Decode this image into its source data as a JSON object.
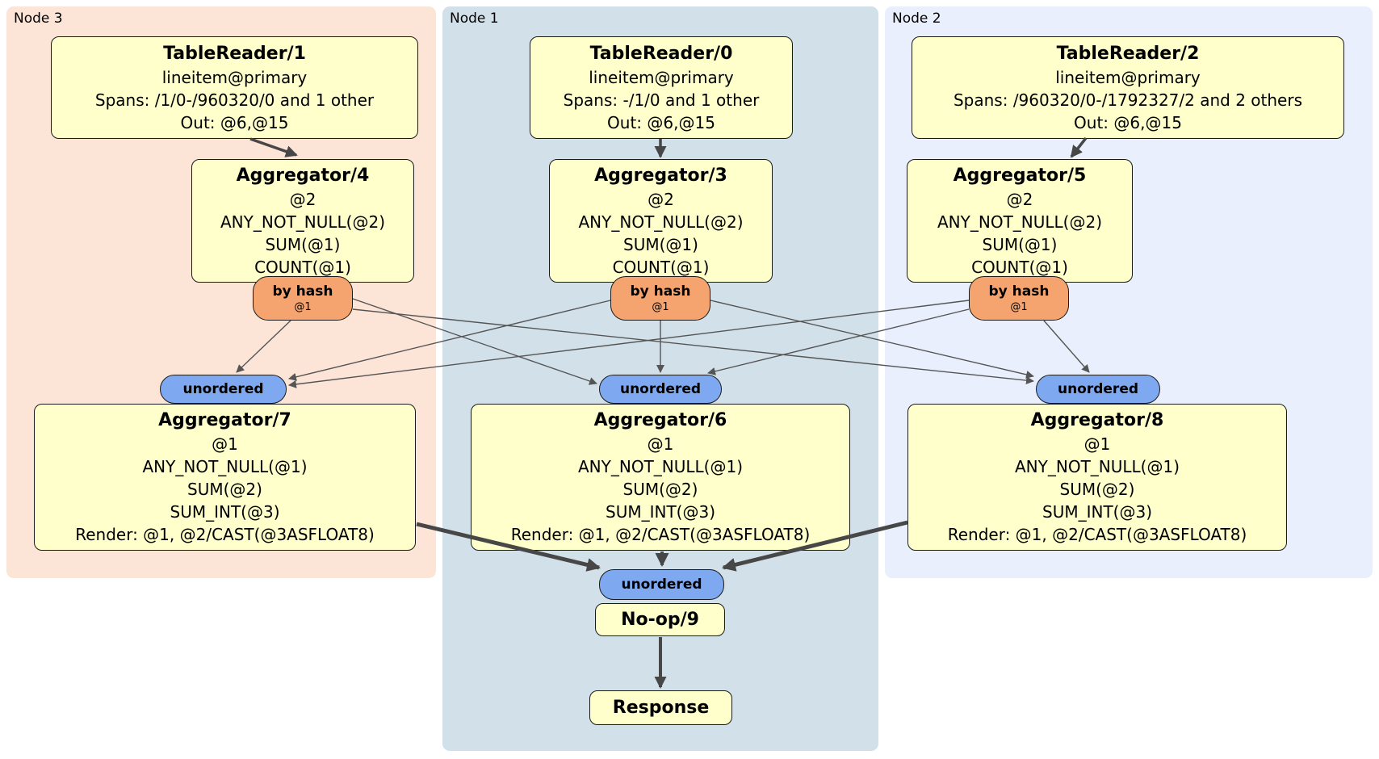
{
  "colors": {
    "node3_bg": "#fce4d6",
    "node1_bg": "#d2e0ea",
    "node2_bg": "#e9effc",
    "processor_fill": "#ffffcc",
    "processor_border": "#1a1a1a",
    "router_fill": "#f5a470",
    "sync_fill": "#7ea9f0",
    "edge_thin": "#555555",
    "edge_thick": "#474747"
  },
  "regions": {
    "node3": {
      "label": "Node 3"
    },
    "node1": {
      "label": "Node 1"
    },
    "node2": {
      "label": "Node 2"
    }
  },
  "router": {
    "label": "by hash",
    "detail": "@1"
  },
  "sync": {
    "label": "unordered"
  },
  "processors": {
    "tr1": {
      "title": "TableReader/1",
      "lines": [
        "lineitem@primary",
        "Spans: /1/0-/960320/0 and 1 other",
        "Out: @6,@15"
      ]
    },
    "tr0": {
      "title": "TableReader/0",
      "lines": [
        "lineitem@primary",
        "Spans: -/1/0 and 1 other",
        "Out: @6,@15"
      ]
    },
    "tr2": {
      "title": "TableReader/2",
      "lines": [
        "lineitem@primary",
        "Spans: /960320/0-/1792327/2 and 2 others",
        "Out: @6,@15"
      ]
    },
    "agg4": {
      "title": "Aggregator/4",
      "lines": [
        "@2",
        "ANY_NOT_NULL(@2)",
        "SUM(@1)",
        "COUNT(@1)"
      ]
    },
    "agg3": {
      "title": "Aggregator/3",
      "lines": [
        "@2",
        "ANY_NOT_NULL(@2)",
        "SUM(@1)",
        "COUNT(@1)"
      ]
    },
    "agg5": {
      "title": "Aggregator/5",
      "lines": [
        "@2",
        "ANY_NOT_NULL(@2)",
        "SUM(@1)",
        "COUNT(@1)"
      ]
    },
    "agg7": {
      "title": "Aggregator/7",
      "lines": [
        "@1",
        "ANY_NOT_NULL(@1)",
        "SUM(@2)",
        "SUM_INT(@3)",
        "Render: @1, @2/CAST(@3ASFLOAT8)"
      ]
    },
    "agg6": {
      "title": "Aggregator/6",
      "lines": [
        "@1",
        "ANY_NOT_NULL(@1)",
        "SUM(@2)",
        "SUM_INT(@3)",
        "Render: @1, @2/CAST(@3ASFLOAT8)"
      ]
    },
    "agg8": {
      "title": "Aggregator/8",
      "lines": [
        "@1",
        "ANY_NOT_NULL(@1)",
        "SUM(@2)",
        "SUM_INT(@3)",
        "Render: @1, @2/CAST(@3ASFLOAT8)"
      ]
    },
    "noop": {
      "title": "No-op/9"
    },
    "response": {
      "title": "Response"
    }
  }
}
